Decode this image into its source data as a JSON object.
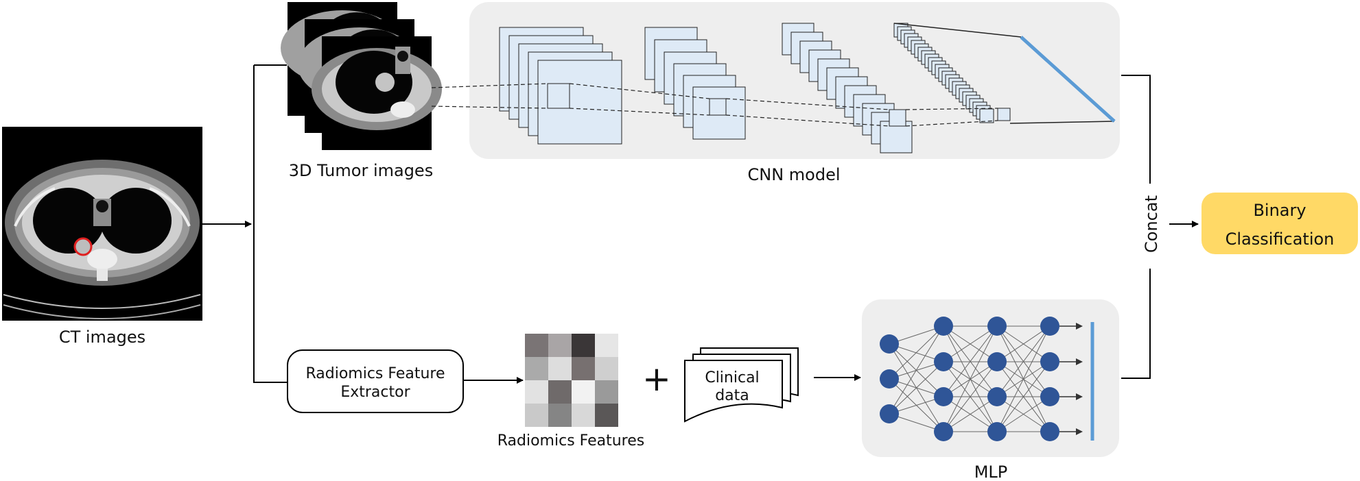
{
  "labels": {
    "ct_images": "CT images",
    "tumor_images": "3D Tumor images",
    "cnn_model": "CNN model",
    "mlp": "MLP",
    "concat": "Concat",
    "radiomics_extractor_line1": "Radiomics Feature",
    "radiomics_extractor_line2": "Extractor",
    "radiomics_features": "Radiomics Features",
    "clinical_line1": "Clinical",
    "clinical_line2": "data",
    "plus": "+",
    "output_line1": "Binary",
    "output_line2": "Classification"
  },
  "colors": {
    "panel_bg": "#eeeeee",
    "feature_map_fill": "#deeaf6",
    "mlp_node": "#2f5597",
    "accent_line": "#5b9bd5",
    "output_fill": "#ffd966",
    "tumor_outline": "#e02020"
  },
  "radiomics_grid_shades": [
    [
      "#7a7475",
      "#a9a5a6",
      "#3a3637",
      "#e6e6e6"
    ],
    [
      "#aaaaaa",
      "#dddddd",
      "#777070",
      "#cfcfcf"
    ],
    [
      "#e2e2e2",
      "#6f6a6a",
      "#f2f2f2",
      "#9a9a9a"
    ],
    [
      "#c9c9c9",
      "#858585",
      "#d8d8d8",
      "#5a5757"
    ]
  ],
  "mlp_layer_sizes": [
    3,
    4,
    4,
    4
  ]
}
